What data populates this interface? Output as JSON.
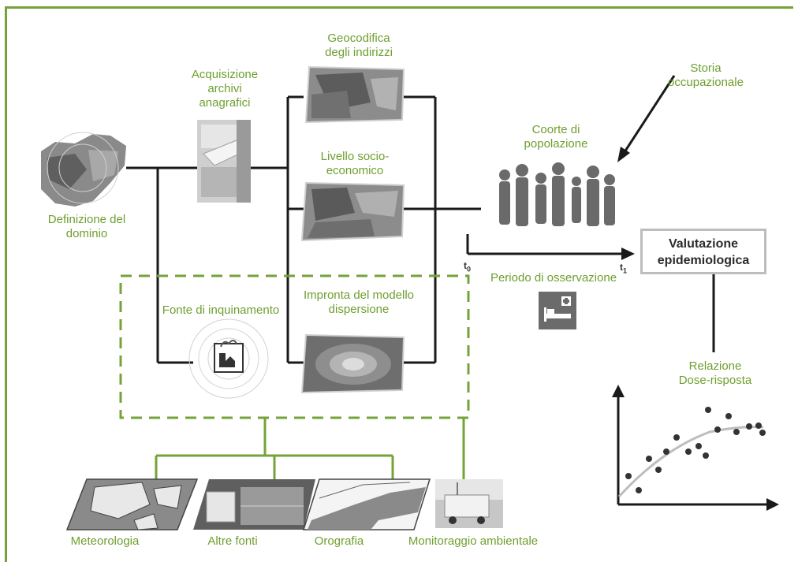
{
  "labels": {
    "geocodifica": [
      "Geocodifica",
      "degli indirizzi"
    ],
    "acquisizione": [
      "Acquisizione",
      "archivi",
      "anagrafici"
    ],
    "livello": [
      "Livello socio-",
      "economico"
    ],
    "definizione": [
      "Definizione del",
      "dominio"
    ],
    "storia": [
      "Storia",
      "occupazionale"
    ],
    "coorte": [
      "Coorte di",
      "popolazione"
    ],
    "periodo": "Periodo di osservazione",
    "fonte": "Fonte di inquinamento",
    "impronta": [
      "Impronta del modello",
      "dispersione"
    ],
    "relazione": [
      "Relazione",
      "Dose-risposta"
    ],
    "meteorologia": "Meteorologia",
    "altre_fonti": "Altre fonti",
    "orografia": "Orografia",
    "monitoraggio": "Monitoraggio ambientale"
  },
  "valutazione": [
    "Valutazione",
    "epidemiologica"
  ],
  "time": {
    "t0": "t",
    "t0_sub": "0",
    "t1": "t",
    "t1_sub": "1"
  },
  "colors": {
    "green": "#6f9f2f",
    "green_line": "#74a33a",
    "line": "#1a1a1a",
    "map_gray": "#7a7a7a"
  },
  "icons": [
    "dominio-map-icon",
    "archive-drawer-icon",
    "geocoding-map-icon",
    "socioeconomic-map-icon",
    "pollution-source-icon",
    "dispersion-map-icon",
    "population-silhouettes-icon",
    "hospital-bed-icon",
    "dose-response-plot-icon",
    "meteorology-map-icon",
    "other-sources-photo-icon",
    "orography-map-icon",
    "monitoring-station-photo-icon"
  ]
}
